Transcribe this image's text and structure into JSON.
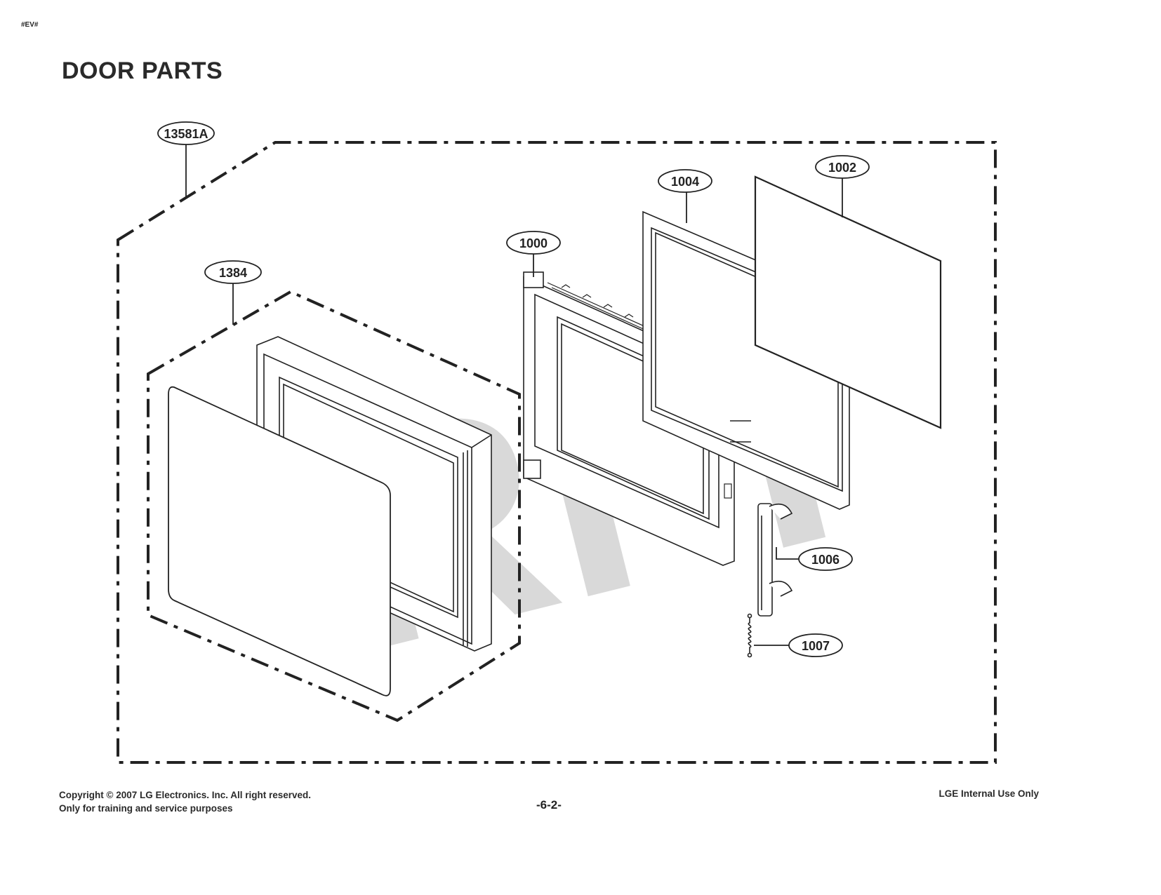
{
  "header": {
    "corner_tag": "#EV#",
    "title": "DOOR PARTS"
  },
  "watermark": "RPI",
  "callouts": {
    "c13581A": "13581A",
    "c1384": "1384",
    "c1000": "1000",
    "c1004": "1004",
    "c1002": "1002",
    "c1006": "1006",
    "c1007": "1007"
  },
  "footer": {
    "copyright_line1": "Copyright © 2007 LG Electronics. Inc. All right reserved.",
    "copyright_line2": "Only for training and service purposes",
    "page_number": "-6-2-",
    "internal": "LGE Internal Use Only"
  }
}
